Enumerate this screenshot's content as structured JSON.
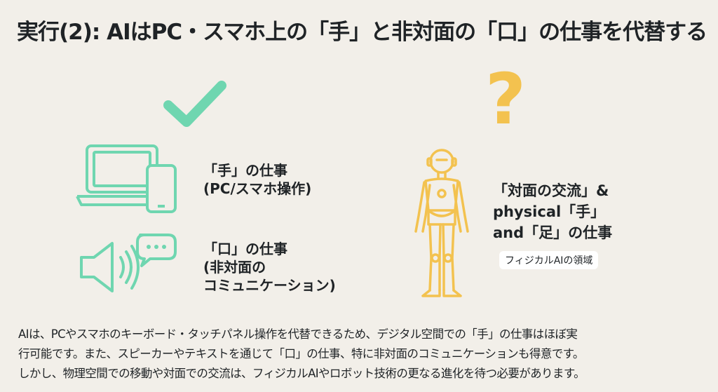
{
  "title": "実行(2): AIはPC・スマホ上の「手」と非対面の「口」の仕事を代替する",
  "colors": {
    "green": "#6fd6b0",
    "yellow": "#f3c24f",
    "background": "#f2efe9"
  },
  "left": {
    "hand_work": {
      "line1": "「手」の仕事",
      "line2": "(PC/スマホ操作)"
    },
    "mouth_work": {
      "line1": "「口」の仕事",
      "line2": "(非対面の",
      "line3": "コミュニケーション)"
    }
  },
  "right": {
    "line1": "「対面の交流」&",
    "line2": "physical「手」",
    "line3": "and「足」の仕事",
    "badge": "フィジカルAIの領域"
  },
  "body": {
    "line1": "AIは、PCやスマホのキーボード・タッチパネル操作を代替できるため、デジタル空間での「手」の仕事はほぼ実",
    "line2": "行可能です。また、スピーカーやテキストを通じて「口」の仕事、特に非対面のコミュニケーションも得意です。",
    "line3": "しかし、物理空間での移動や対面での交流は、フィジカルAIやロボット技術の更なる進化を待つ必要があります。"
  }
}
